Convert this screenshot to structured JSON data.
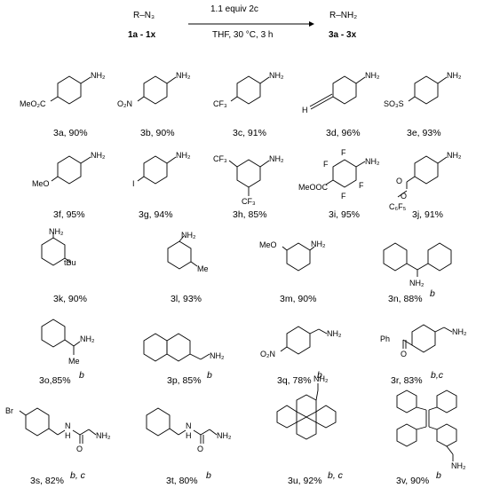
{
  "scheme": {
    "reactant": "R–N₃",
    "reactant_id": "1a - 1x",
    "reagent": "1.1 equiv 2c",
    "conditions": "THF, 30 °C, 3 h",
    "product": "R–NH₂",
    "product_id": "3a - 3x"
  },
  "groups": {
    "nh2": "NH₂",
    "meo2c": "MeO₂C",
    "o2n": "O₂N",
    "cf3": "CF₃",
    "h": "H",
    "so3": "SO₃S",
    "meo": "MeO",
    "i": "I",
    "f": "F",
    "meooc": "MeOOC",
    "o": "O",
    "c6f5": "C₆F₅",
    "tbu": "tBu",
    "me": "Me",
    "ph": "Ph",
    "br": "Br",
    "n_h": "N\nH"
  },
  "compounds": [
    {
      "id": "3a",
      "label": "3a, 90%"
    },
    {
      "id": "3b",
      "label": "3b, 90%"
    },
    {
      "id": "3c",
      "label": "3c, 91%"
    },
    {
      "id": "3d",
      "label": "3d, 96%"
    },
    {
      "id": "3e",
      "label": "3e, 93%"
    },
    {
      "id": "3f",
      "label": "3f, 95%"
    },
    {
      "id": "3g",
      "label": "3g, 94%"
    },
    {
      "id": "3h",
      "label": "3h, 85%"
    },
    {
      "id": "3i",
      "label": "3i, 95%"
    },
    {
      "id": "3j",
      "label": "3j, 91%"
    },
    {
      "id": "3k",
      "label": "3k, 90%"
    },
    {
      "id": "3l",
      "label": "3l, 93%"
    },
    {
      "id": "3m",
      "label": "3m, 90%"
    },
    {
      "id": "3n",
      "label": "3n, 88%",
      "note": "b"
    },
    {
      "id": "3o",
      "label": "3o,85%",
      "note": "b"
    },
    {
      "id": "3p",
      "label": "3p, 85%",
      "note": "b"
    },
    {
      "id": "3q",
      "label": "3q, 78%",
      "note": "b"
    },
    {
      "id": "3r",
      "label": "3r, 83%",
      "note": "b,c"
    },
    {
      "id": "3s",
      "label": "3s, 82%",
      "note": "b, c"
    },
    {
      "id": "3t",
      "label": "3t, 80%",
      "note": "b"
    },
    {
      "id": "3u",
      "label": "3u, 92%",
      "note": "b, c"
    },
    {
      "id": "3v",
      "label": "3v, 90%",
      "note": "b"
    }
  ]
}
